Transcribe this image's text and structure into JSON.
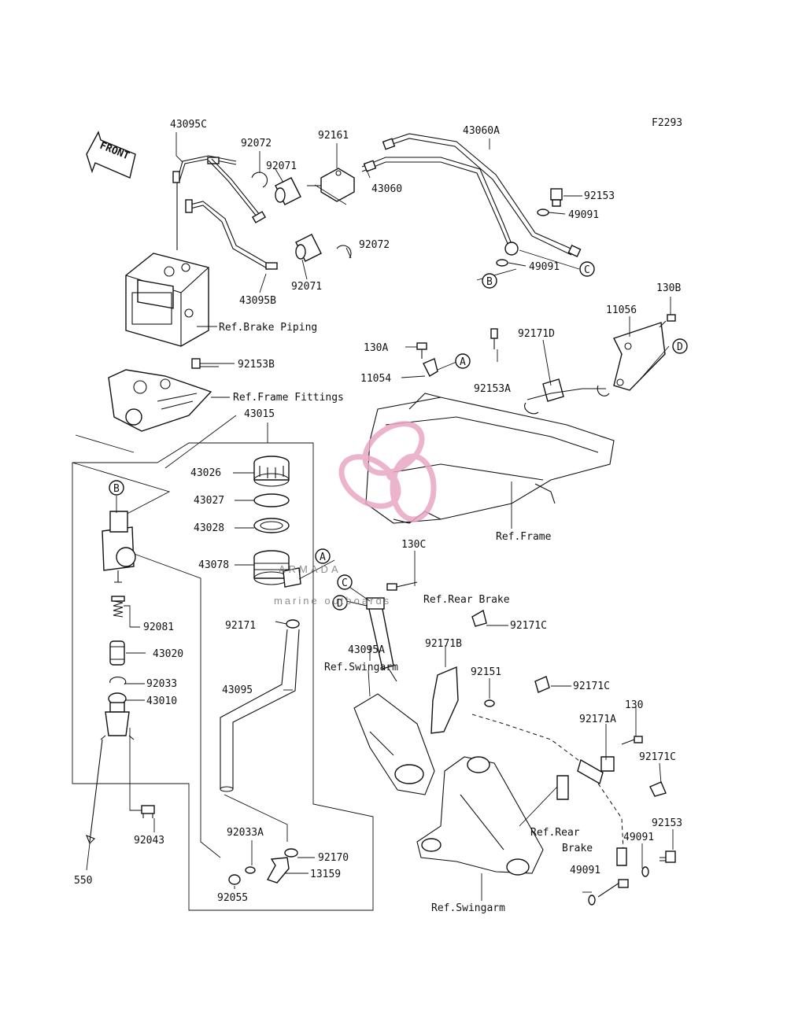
{
  "figure_code": "F2293",
  "front_arrow": {
    "label": "FRONT"
  },
  "callouts": [
    {
      "id": "c1",
      "text": "43095C"
    },
    {
      "id": "c2",
      "text": "92072"
    },
    {
      "id": "c3",
      "text": "92071"
    },
    {
      "id": "c4",
      "text": "92161"
    },
    {
      "id": "c5",
      "text": "43060A"
    },
    {
      "id": "c6",
      "text": "43060"
    },
    {
      "id": "c7",
      "text": "92153"
    },
    {
      "id": "c8",
      "text": "49091"
    },
    {
      "id": "c9",
      "text": "92072"
    },
    {
      "id": "c10",
      "text": "92071"
    },
    {
      "id": "c11",
      "text": "49091"
    },
    {
      "id": "c12",
      "text": "43095B"
    },
    {
      "id": "c13",
      "text": "Ref.Brake Piping"
    },
    {
      "id": "c14",
      "text": "130B"
    },
    {
      "id": "c15",
      "text": "11056"
    },
    {
      "id": "c16",
      "text": "130A"
    },
    {
      "id": "c17",
      "text": "92171D"
    },
    {
      "id": "c18",
      "text": "11054"
    },
    {
      "id": "c19",
      "text": "92153A"
    },
    {
      "id": "c20",
      "text": "92153B"
    },
    {
      "id": "c21",
      "text": "Ref.Frame Fittings"
    },
    {
      "id": "c22",
      "text": "43015"
    },
    {
      "id": "c23",
      "text": "43026"
    },
    {
      "id": "c24",
      "text": "43027"
    },
    {
      "id": "c25",
      "text": "43028"
    },
    {
      "id": "c26",
      "text": "Ref.Frame"
    },
    {
      "id": "c27",
      "text": "130C"
    },
    {
      "id": "c28",
      "text": "43078"
    },
    {
      "id": "c29",
      "text": "Ref.Rear Brake"
    },
    {
      "id": "c30",
      "text": "92171C"
    },
    {
      "id": "c31",
      "text": "92171"
    },
    {
      "id": "c32",
      "text": "92081"
    },
    {
      "id": "c33",
      "text": "43020"
    },
    {
      "id": "c34",
      "text": "43095A"
    },
    {
      "id": "c35",
      "text": "Ref.Swingarm"
    },
    {
      "id": "c36",
      "text": "92171B"
    },
    {
      "id": "c37",
      "text": "92151"
    },
    {
      "id": "c38",
      "text": "92033"
    },
    {
      "id": "c39",
      "text": "43095"
    },
    {
      "id": "c40",
      "text": "92171C"
    },
    {
      "id": "c41",
      "text": "43010"
    },
    {
      "id": "c42",
      "text": "130"
    },
    {
      "id": "c43",
      "text": "92171A"
    },
    {
      "id": "c44",
      "text": "92171C"
    },
    {
      "id": "c45",
      "text": "92043"
    },
    {
      "id": "c46",
      "text": "Ref.Rear"
    },
    {
      "id": "c47",
      "text": "Brake"
    },
    {
      "id": "c48",
      "text": "92153"
    },
    {
      "id": "c49",
      "text": "92033A"
    },
    {
      "id": "c50",
      "text": "92170"
    },
    {
      "id": "c51",
      "text": "49091"
    },
    {
      "id": "c52",
      "text": "13159"
    },
    {
      "id": "c53",
      "text": "49091"
    },
    {
      "id": "c54",
      "text": "550"
    },
    {
      "id": "c55",
      "text": "92055"
    },
    {
      "id": "c56",
      "text": "Ref.Swingarm"
    }
  ],
  "markers": [
    {
      "id": "m1",
      "text": "B"
    },
    {
      "id": "m2",
      "text": "C"
    },
    {
      "id": "m3",
      "text": "A"
    },
    {
      "id": "m4",
      "text": "D"
    },
    {
      "id": "m5",
      "text": "B"
    },
    {
      "id": "m6",
      "text": "A"
    },
    {
      "id": "m7",
      "text": "C"
    },
    {
      "id": "m8",
      "text": "D"
    }
  ],
  "watermark": {
    "brand": "ARMADA",
    "tagline": "marine outboards",
    "color": "#e8a6c4"
  }
}
